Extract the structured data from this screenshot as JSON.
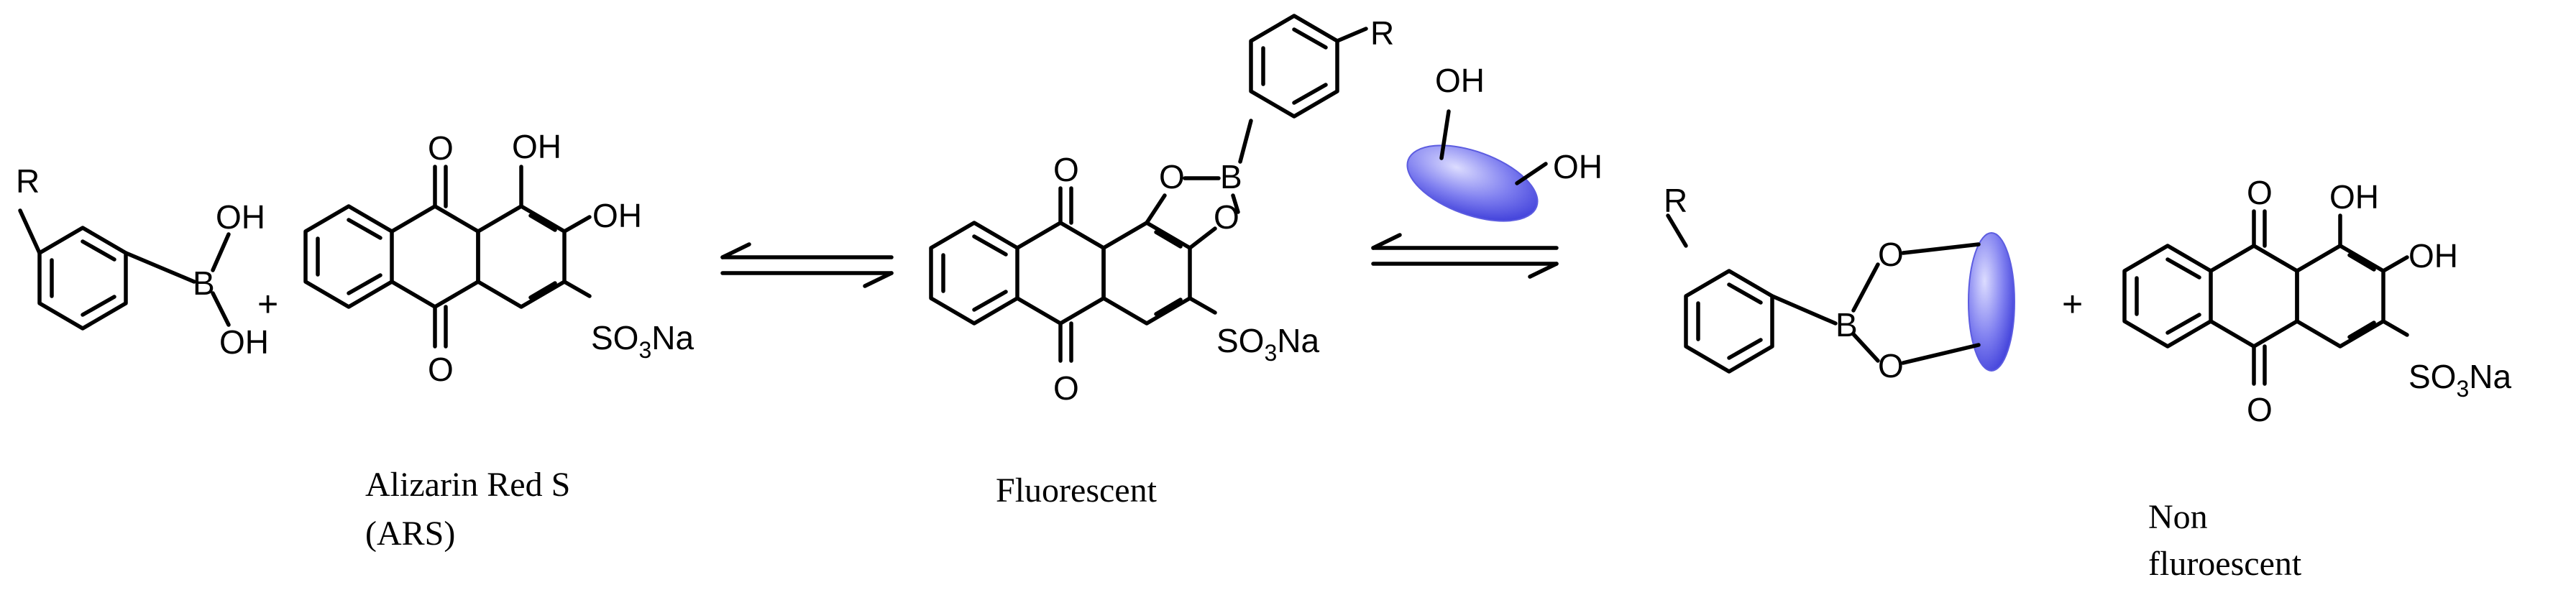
{
  "atoms": {
    "R": "R",
    "B": "B",
    "OH": "OH",
    "O": "O",
    "SO3Na": {
      "a": "SO",
      "b": "3",
      "c": "Na"
    }
  },
  "operators": {
    "plus": "+"
  },
  "captions": {
    "ars_line1": "Alizarin Red S",
    "ars_line2": "(ARS)",
    "fluorescent": "Fluorescent",
    "non_line1": "Non",
    "non_line2": "fluroescent"
  },
  "colors": {
    "ink": "#000000",
    "sugar_dark": "#4a4ae0",
    "sugar_light": "#c9c9ff"
  }
}
